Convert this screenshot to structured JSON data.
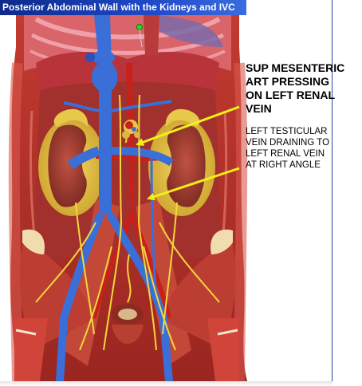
{
  "window": {
    "title": "Posterior Abdominal Wall with the Kidneys and IVC"
  },
  "annotations": {
    "sma": {
      "lines": [
        "SUP MESENTERIC",
        "ART PRESSING",
        "ON LEFT RENAL",
        "VEIN"
      ]
    },
    "testicular": {
      "lines": [
        "LEFT TESTICULAR",
        "VEIN DRAINING TO",
        "LEFT RENAL VEIN",
        "AT RIGHT ANGLE"
      ]
    }
  },
  "colors": {
    "titlebar": "#1f49c7",
    "vein": "#3a6fd8",
    "artery": "#c8201a",
    "muscle": "#b5302a",
    "fat": "#e8c640",
    "kidney": "#9e3a2e",
    "arrow": "#f2ef1a",
    "marker": "#22dd22"
  },
  "icons": [
    "green-marker-icon"
  ]
}
